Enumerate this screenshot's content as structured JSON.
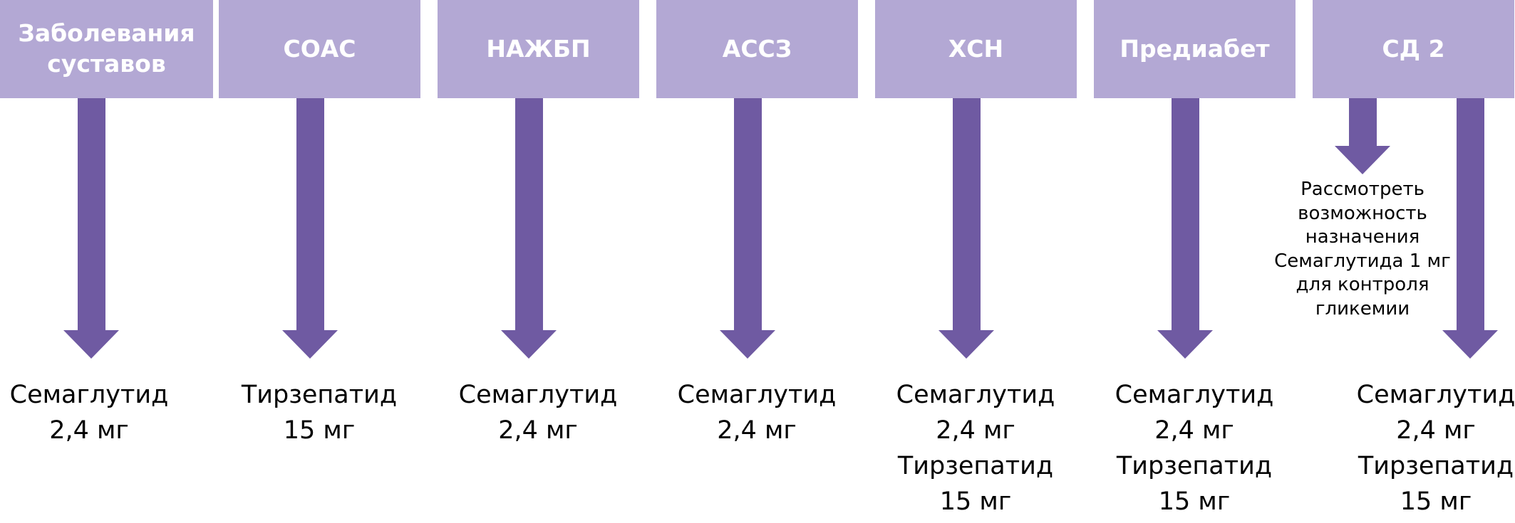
{
  "colors": {
    "box": "#b3a8d4",
    "arrow": "#6f5aa2"
  },
  "columns": [
    {
      "title": "Заболевания суставов",
      "results": [
        "Семаглутид",
        "2,4 мг"
      ]
    },
    {
      "title": "СОАС",
      "results": [
        "Тирзепатид",
        "15 мг"
      ]
    },
    {
      "title": "НАЖБП",
      "results": [
        "Семаглутид",
        "2,4 мг"
      ]
    },
    {
      "title": "АССЗ",
      "results": [
        "Семаглутид",
        "2,4 мг"
      ]
    },
    {
      "title": "ХСН",
      "results": [
        "Семаглутид",
        "2,4 мг",
        "Тирзепатид",
        "15 мг"
      ]
    },
    {
      "title": "Предиабет",
      "results": [
        "Семаглутид",
        "2,4 мг",
        "Тирзепатид",
        "15 мг"
      ]
    },
    {
      "title": "СД 2",
      "results": [
        "Семаглутид",
        "2,4 мг",
        "Тирзепатид",
        "15 мг"
      ],
      "note": [
        "Рассмотреть",
        "возможность",
        "назначения",
        "Семаглутида 1 мг",
        "для контроля",
        "гликемии"
      ]
    }
  ]
}
